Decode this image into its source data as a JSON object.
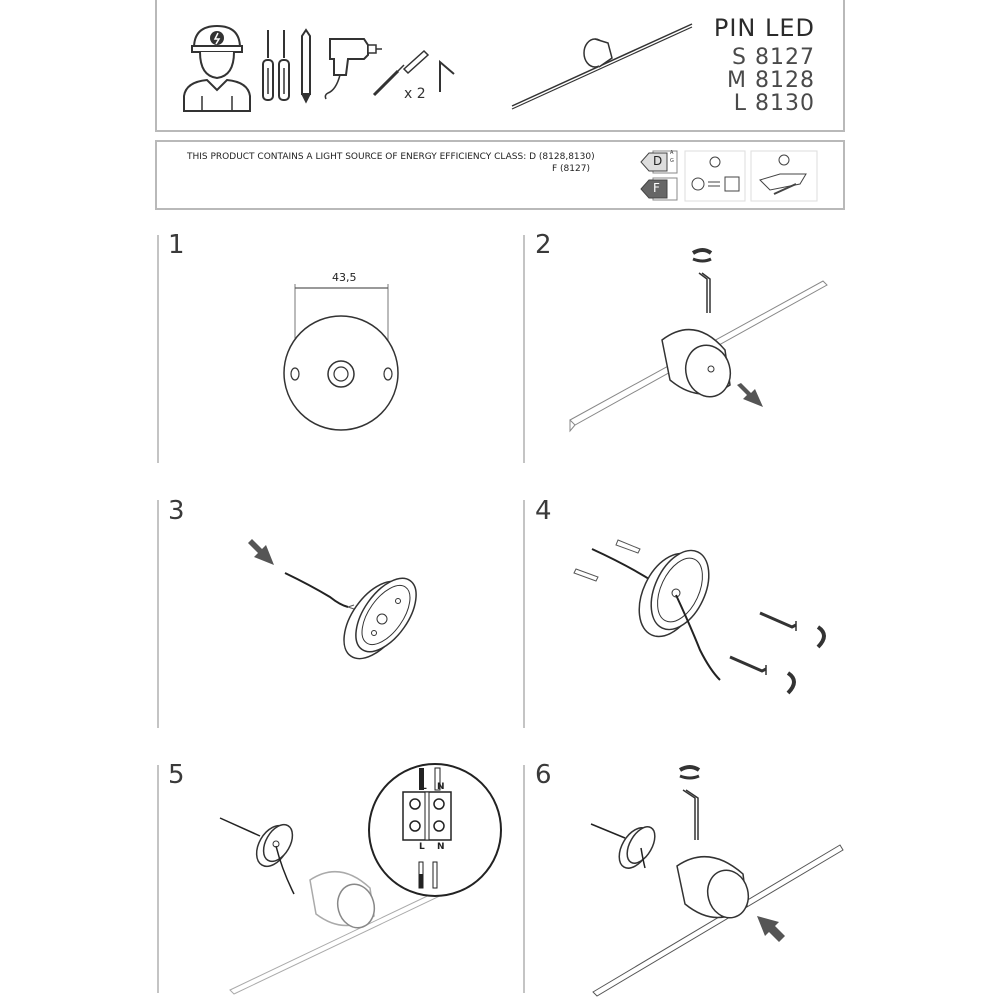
{
  "header": {
    "product_name": "PIN LED",
    "models": [
      "S 8127",
      "M 8128",
      "L 8130"
    ],
    "quantity_label": "x 2"
  },
  "energy": {
    "text_line1": "THIS PRODUCT CONTAINS A LIGHT SOURCE OF ENERGY EFFICIENCY CLASS: D (8128,8130)",
    "text_line2": "F (8127)",
    "class_primary": "D",
    "class_secondary": "F",
    "scale_top": "A",
    "scale_bottom": "G"
  },
  "steps": [
    {
      "number": "1",
      "dimension": "43,5"
    },
    {
      "number": "2"
    },
    {
      "number": "3"
    },
    {
      "number": "4"
    },
    {
      "number": "5",
      "terminal_labels": [
        "L",
        "N",
        "L",
        "N"
      ]
    },
    {
      "number": "6"
    }
  ],
  "colors": {
    "line": "#2a2a2a",
    "border": "#b9b9b9",
    "divider": "#c4c4c4",
    "arrow": "#555555"
  }
}
